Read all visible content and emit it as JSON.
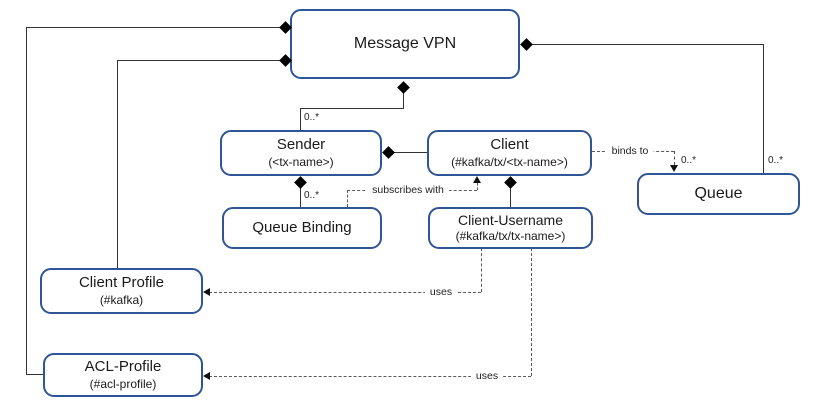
{
  "colors": {
    "node_border": "#2F5597",
    "node_fill": "#FFFFFF",
    "solid_line": "#333333",
    "dashed_line": "#595959",
    "text": "#1A1A1A"
  },
  "icons": {
    "composition_diamond": "black filled diamond (composition)",
    "arrowhead": "black filled triangle (dependency arrow)"
  },
  "nodes": {
    "message_vpn": {
      "title": "Message VPN"
    },
    "sender": {
      "title": "Sender",
      "subtitle": "(<tx-name>)"
    },
    "client": {
      "title": "Client",
      "subtitle": "(#kafka/tx/<tx-name>)"
    },
    "queue": {
      "title": "Queue"
    },
    "queue_binding": {
      "title": "Queue Binding"
    },
    "client_username": {
      "title": "Client-Username",
      "subtitle": "(#kafka/tx/tx-name>)"
    },
    "client_profile": {
      "title": "Client Profile",
      "subtitle": "(#kafka)"
    },
    "acl_profile": {
      "title": "ACL-Profile",
      "subtitle": "(#acl-profile)"
    }
  },
  "edge_labels": {
    "binds_to": "binds to",
    "subscribes_with": "subscribes with",
    "uses_client_profile": "uses",
    "uses_acl_profile": "uses",
    "mult_vpn_sender": "0..*",
    "mult_sender_queue_binding": "0..*",
    "mult_vpn_queue": "0..*",
    "mult_client_binds_queue": "0..*"
  }
}
